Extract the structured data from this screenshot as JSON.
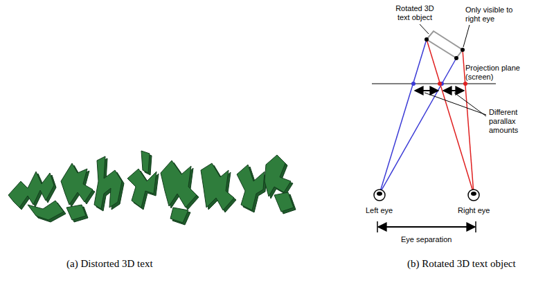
{
  "diagram": {
    "labels": [
      "Rotated 3D text object",
      "Only visible to right eye",
      "Projection plane (screen)",
      "Different parallax amounts",
      "Left eye",
      "Right eye",
      "Eye separation",
      "(a) Distorted 3D text",
      "(b) Rotated 3D text object"
    ]
  }
}
